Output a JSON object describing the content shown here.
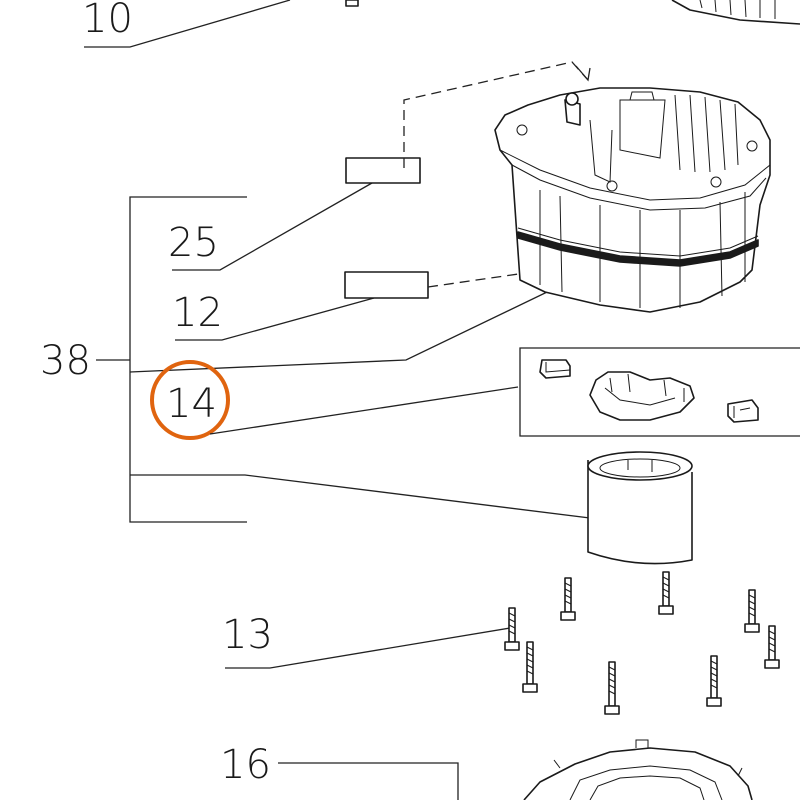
{
  "callouts": {
    "c10": "10",
    "c25": "25",
    "c12": "12",
    "c38": "38",
    "c14": "14",
    "c13": "13",
    "c16": "16"
  },
  "highlight": {
    "target": "14",
    "color": "#e0640f"
  },
  "line_color": "#222222"
}
